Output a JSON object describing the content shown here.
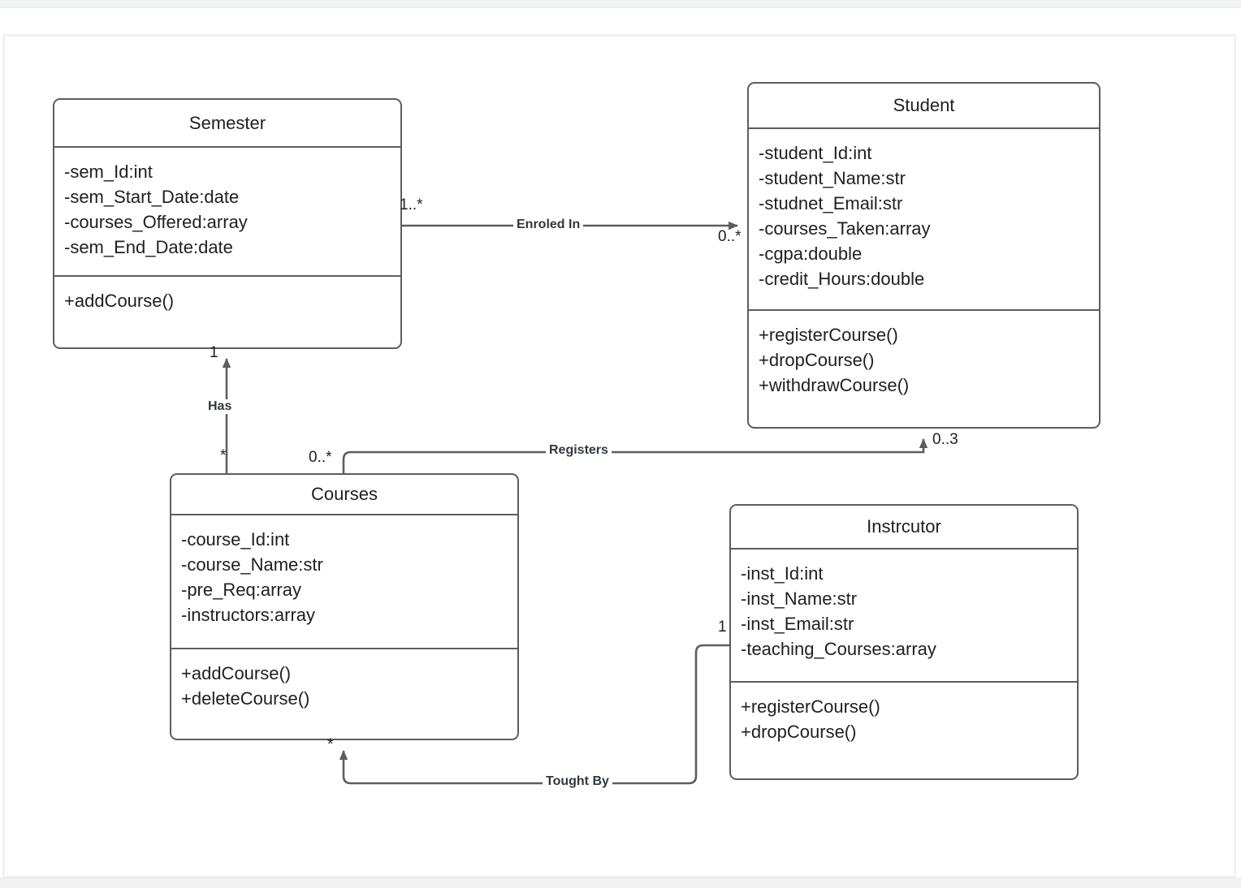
{
  "canvas": {
    "background": "#ffffff",
    "frame_color": "#f1f2f2",
    "line_color": "#5d5d5d",
    "text_color": "#1f1f1f",
    "label_color": "#33383d"
  },
  "classes": [
    {
      "id": "semester",
      "name": "Semester",
      "attributes": [
        "-sem_Id:int",
        "-sem_Start_Date:date",
        "-courses_Offered:array",
        "-sem_End_Date:date"
      ],
      "methods": [
        "+addCourse()"
      ]
    },
    {
      "id": "student",
      "name": "Student",
      "attributes": [
        "-student_Id:int",
        "-student_Name:str",
        "-studnet_Email:str",
        "-courses_Taken:array",
        "-cgpa:double",
        "-credit_Hours:double"
      ],
      "methods": [
        "+registerCourse()",
        "+dropCourse()",
        "+withdrawCourse()"
      ]
    },
    {
      "id": "courses",
      "name": "Courses",
      "attributes": [
        "-course_Id:int",
        "-course_Name:str",
        "-pre_Req:array",
        "-instructors:array"
      ],
      "methods": [
        "+addCourse()",
        "+deleteCourse()"
      ]
    },
    {
      "id": "instructor",
      "name": "Instrcutor",
      "attributes": [
        "-inst_Id:int",
        "-inst_Name:str",
        "-inst_Email:str",
        "-teaching_Courses:array"
      ],
      "methods": [
        "+registerCourse()",
        "+dropCourse()"
      ]
    }
  ],
  "relationships": [
    {
      "id": "enroled-in",
      "label": "Enroled In",
      "source": "semester",
      "target": "student",
      "source_multiplicity": "1..*",
      "target_multiplicity": "0..*",
      "arrow": "open"
    },
    {
      "id": "has",
      "label": "Has",
      "source": "courses",
      "target": "semester",
      "source_multiplicity": "*",
      "target_multiplicity": "1",
      "arrow": "open"
    },
    {
      "id": "registers",
      "label": "Registers",
      "source": "courses",
      "target": "student",
      "source_multiplicity": "0..*",
      "target_multiplicity": "0..3",
      "arrow": "open"
    },
    {
      "id": "tought-by",
      "label": "Tought By",
      "source": "instructor",
      "target": "courses",
      "source_multiplicity": "1",
      "target_multiplicity": "*",
      "arrow": "open"
    }
  ]
}
